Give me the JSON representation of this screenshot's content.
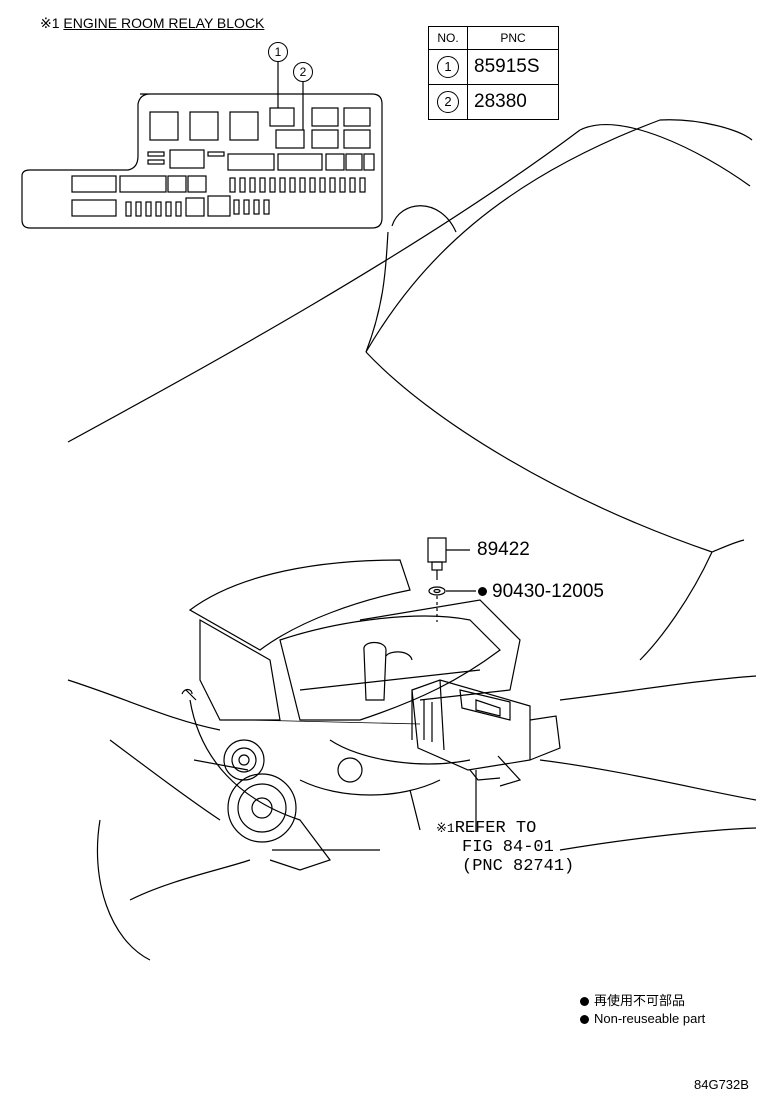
{
  "title": {
    "mark": "※1",
    "text": "ENGINE ROOM RELAY BLOCK"
  },
  "table": {
    "header_no": "NO.",
    "header_pnc": "PNC",
    "rows": [
      {
        "no": "1",
        "pnc": "85915S"
      },
      {
        "no": "2",
        "pnc": "28380"
      }
    ]
  },
  "callouts": [
    "1",
    "2"
  ],
  "parts": {
    "sensor": "89422",
    "gasket": "90430-12005"
  },
  "reference": {
    "mark": "※1",
    "line1": "REFER TO",
    "line2": "FIG 84-01",
    "line3": "(PNC 82741)"
  },
  "legend": {
    "jp": "再使用不可部品",
    "en": "Non-reuseable part"
  },
  "figure_code": "84G732B"
}
